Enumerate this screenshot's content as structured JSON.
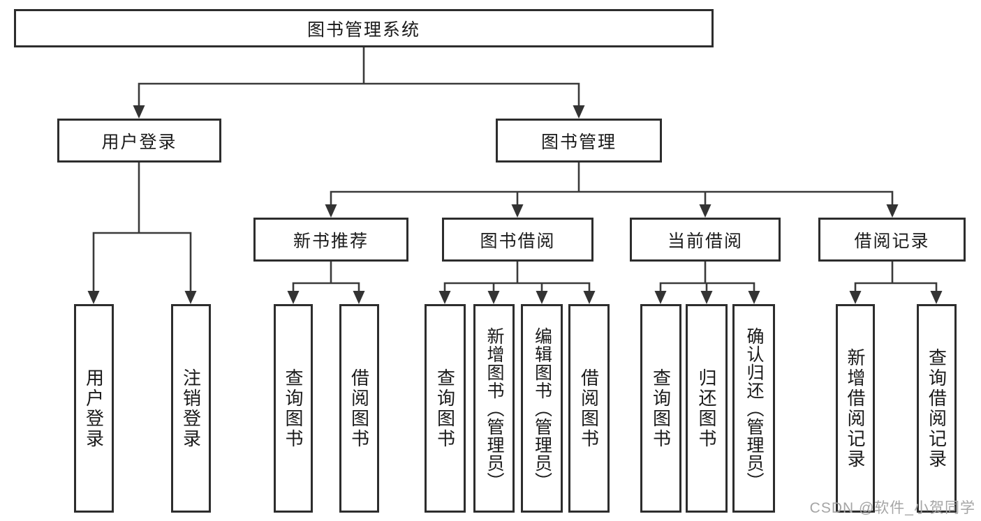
{
  "diagram": {
    "title": "图书管理系统",
    "root": {
      "label": "图书管理系统"
    },
    "level2": [
      {
        "label": "用户登录"
      },
      {
        "label": "图书管理"
      }
    ],
    "level3": [
      {
        "label": "新书推荐",
        "parent": "图书管理"
      },
      {
        "label": "图书借阅",
        "parent": "图书管理"
      },
      {
        "label": "当前借阅",
        "parent": "图书管理"
      },
      {
        "label": "借阅记录",
        "parent": "图书管理"
      }
    ],
    "leaves": [
      {
        "label": "用户登录",
        "parent": "用户登录"
      },
      {
        "label": "注销登录",
        "parent": "用户登录"
      },
      {
        "label": "查询图书",
        "parent": "新书推荐"
      },
      {
        "label": "借阅图书",
        "parent": "新书推荐"
      },
      {
        "label": "查询图书",
        "parent": "图书借阅"
      },
      {
        "label": "新增图书（管理员）",
        "parent": "图书借阅"
      },
      {
        "label": "编辑图书（管理员）",
        "parent": "图书借阅"
      },
      {
        "label": "借阅图书",
        "parent": "图书借阅"
      },
      {
        "label": "查询图书",
        "parent": "当前借阅"
      },
      {
        "label": "归还图书",
        "parent": "当前借阅"
      },
      {
        "label": "确认归还（管理员）",
        "parent": "当前借阅"
      },
      {
        "label": "新增借阅记录",
        "parent": "借阅记录"
      },
      {
        "label": "查询借阅记录",
        "parent": "借阅记录"
      }
    ]
  },
  "watermark": "CSDN @软件_小贺同学",
  "colors": {
    "background": "#ffffff",
    "box_border": "#2d2d2d",
    "connector_line": "#3a3a3a",
    "text": "#1a1a1a",
    "watermark": "#a5a5a5"
  }
}
